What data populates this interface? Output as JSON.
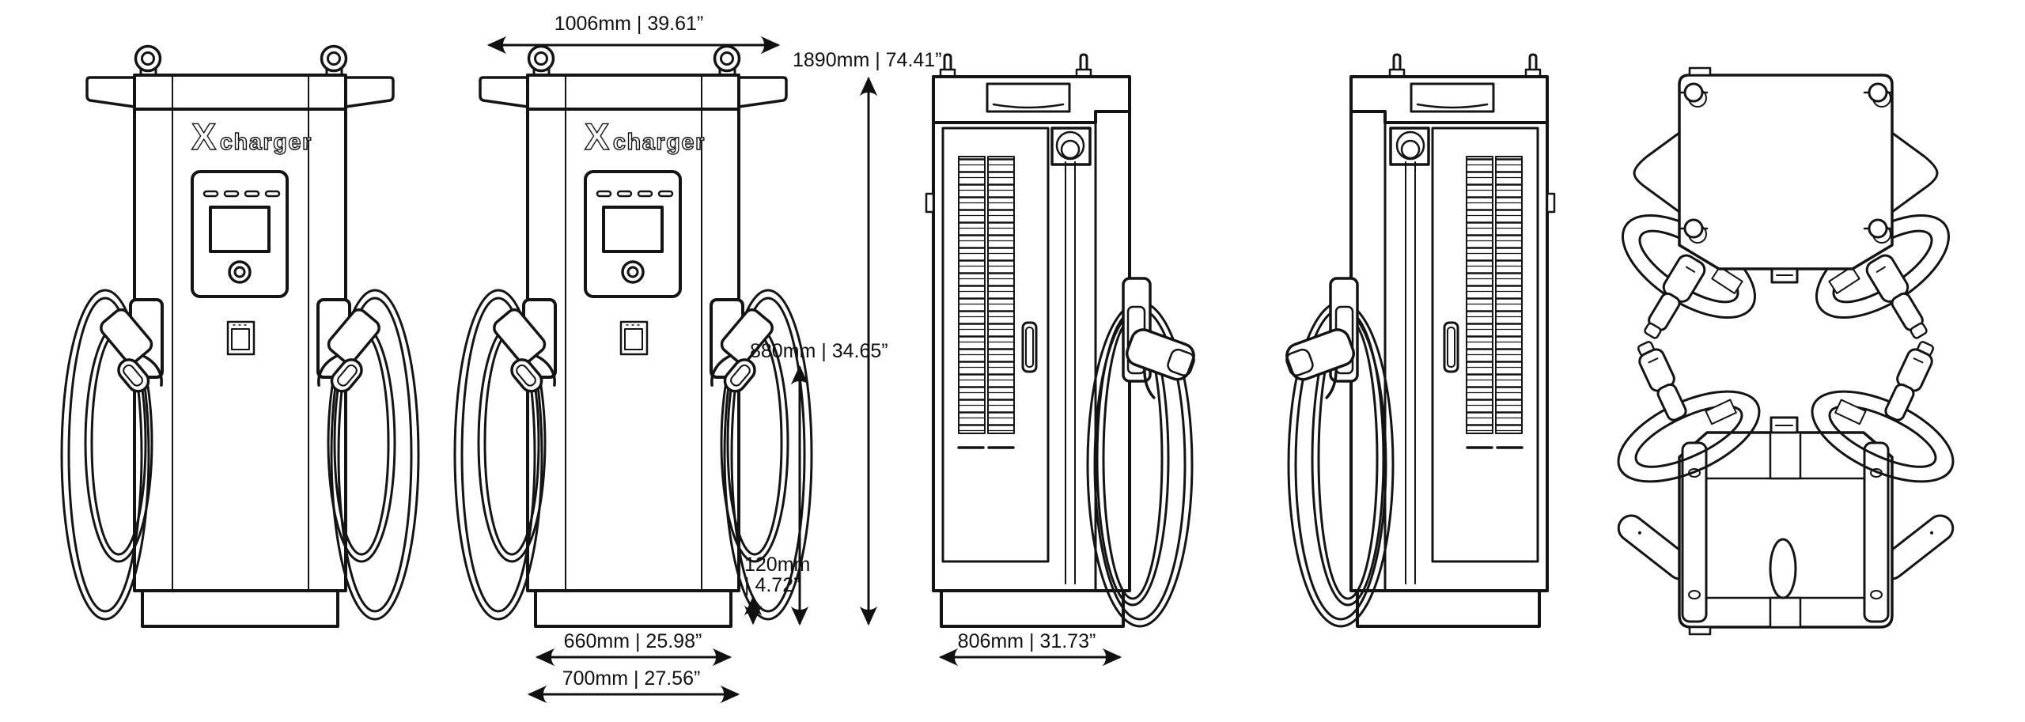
{
  "drawing": {
    "brand": {
      "x_mark": "X",
      "name": "charger"
    },
    "dimensions": {
      "width": "1006mm | 39.61”",
      "height": "1890mm | 74.41”",
      "handle_height": "880mm | 34.65”",
      "base_height_mm": "120mm",
      "base_height_in": "| 4.72”",
      "base_width": "660mm | 25.98”",
      "overall_base_width": "700mm | 27.56”",
      "depth": "806mm | 31.73”"
    }
  }
}
